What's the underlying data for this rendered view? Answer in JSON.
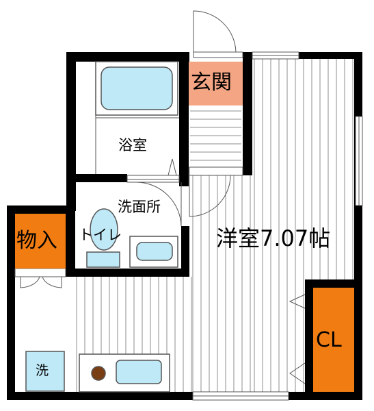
{
  "rooms": {
    "bath": "浴室",
    "entrance": "玄関",
    "washroom": "洗面所",
    "toilet": "トイレ",
    "storage": "物入",
    "western": "洋室7.07帖",
    "closet": "CL",
    "laundry": "洗"
  },
  "colors": {
    "wall": "#000000",
    "floor_line": "#8c8c8c",
    "entrance_fill": "#f4a584",
    "storage_fill": "#f07c12",
    "fixture_fill": "#bfe9f7",
    "fixture_stroke": "#555555",
    "stove_dot": "#7a3e14"
  }
}
